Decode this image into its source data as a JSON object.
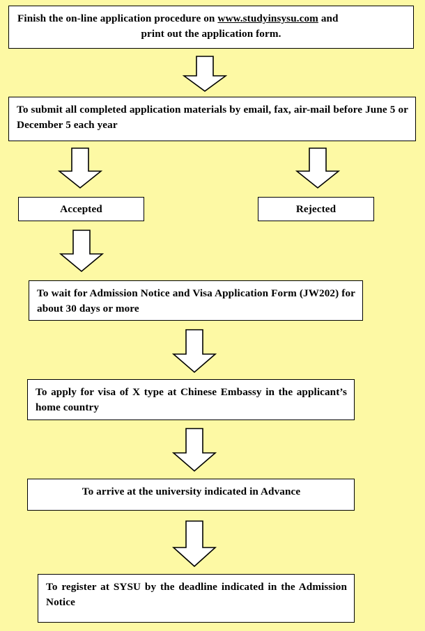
{
  "page": {
    "background_color": "#fdf9a4",
    "box_fill_color": "#ffffff",
    "box_border_color": "#000000",
    "text_color": "#000000"
  },
  "flowchart": {
    "title": "Application procedure flowchart",
    "nodes": [
      {
        "id": "apply-online",
        "name": "online-application-box",
        "line1_prefix": "Finish the on-line application procedure on ",
        "link_text": "www.studyinsysu.com",
        "line1_suffix": " and",
        "line2": "print out the application form."
      },
      {
        "id": "submit-materials",
        "name": "submit-materials-box",
        "text": "To submit all completed application materials by email, fax, air-mail before June 5 or December 5 each year"
      },
      {
        "id": "accepted",
        "name": "accepted-box",
        "text": "Accepted"
      },
      {
        "id": "rejected",
        "name": "rejected-box",
        "text": "Rejected"
      },
      {
        "id": "wait-admission",
        "name": "wait-admission-notice-box",
        "text": "To wait for Admission Notice and Visa Application Form (JW202) for about 30 days or more"
      },
      {
        "id": "apply-visa",
        "name": "apply-visa-box",
        "text": "To apply for visa of X type at Chinese Embassy in the applicant’s home country"
      },
      {
        "id": "arrive-university",
        "name": "arrive-university-box",
        "text": "To arrive at the university indicated in Advance"
      },
      {
        "id": "register-sysu",
        "name": "register-sysu-box",
        "text": "To register at SYSU by the deadline indicated in the Admission Notice"
      }
    ],
    "arrows": [
      {
        "id": "arrow-1",
        "name": "down-arrow-icon",
        "from": "apply-online",
        "to": "submit-materials"
      },
      {
        "id": "arrow-2",
        "name": "down-arrow-icon",
        "from": "submit-materials",
        "to": "accepted"
      },
      {
        "id": "arrow-3",
        "name": "down-arrow-icon",
        "from": "submit-materials",
        "to": "rejected"
      },
      {
        "id": "arrow-4",
        "name": "down-arrow-icon",
        "from": "accepted",
        "to": "wait-admission"
      },
      {
        "id": "arrow-5",
        "name": "down-arrow-icon",
        "from": "wait-admission",
        "to": "apply-visa"
      },
      {
        "id": "arrow-6",
        "name": "down-arrow-icon",
        "from": "apply-visa",
        "to": "arrive-university"
      },
      {
        "id": "arrow-7",
        "name": "down-arrow-icon",
        "from": "arrive-university",
        "to": "register-sysu"
      }
    ]
  }
}
